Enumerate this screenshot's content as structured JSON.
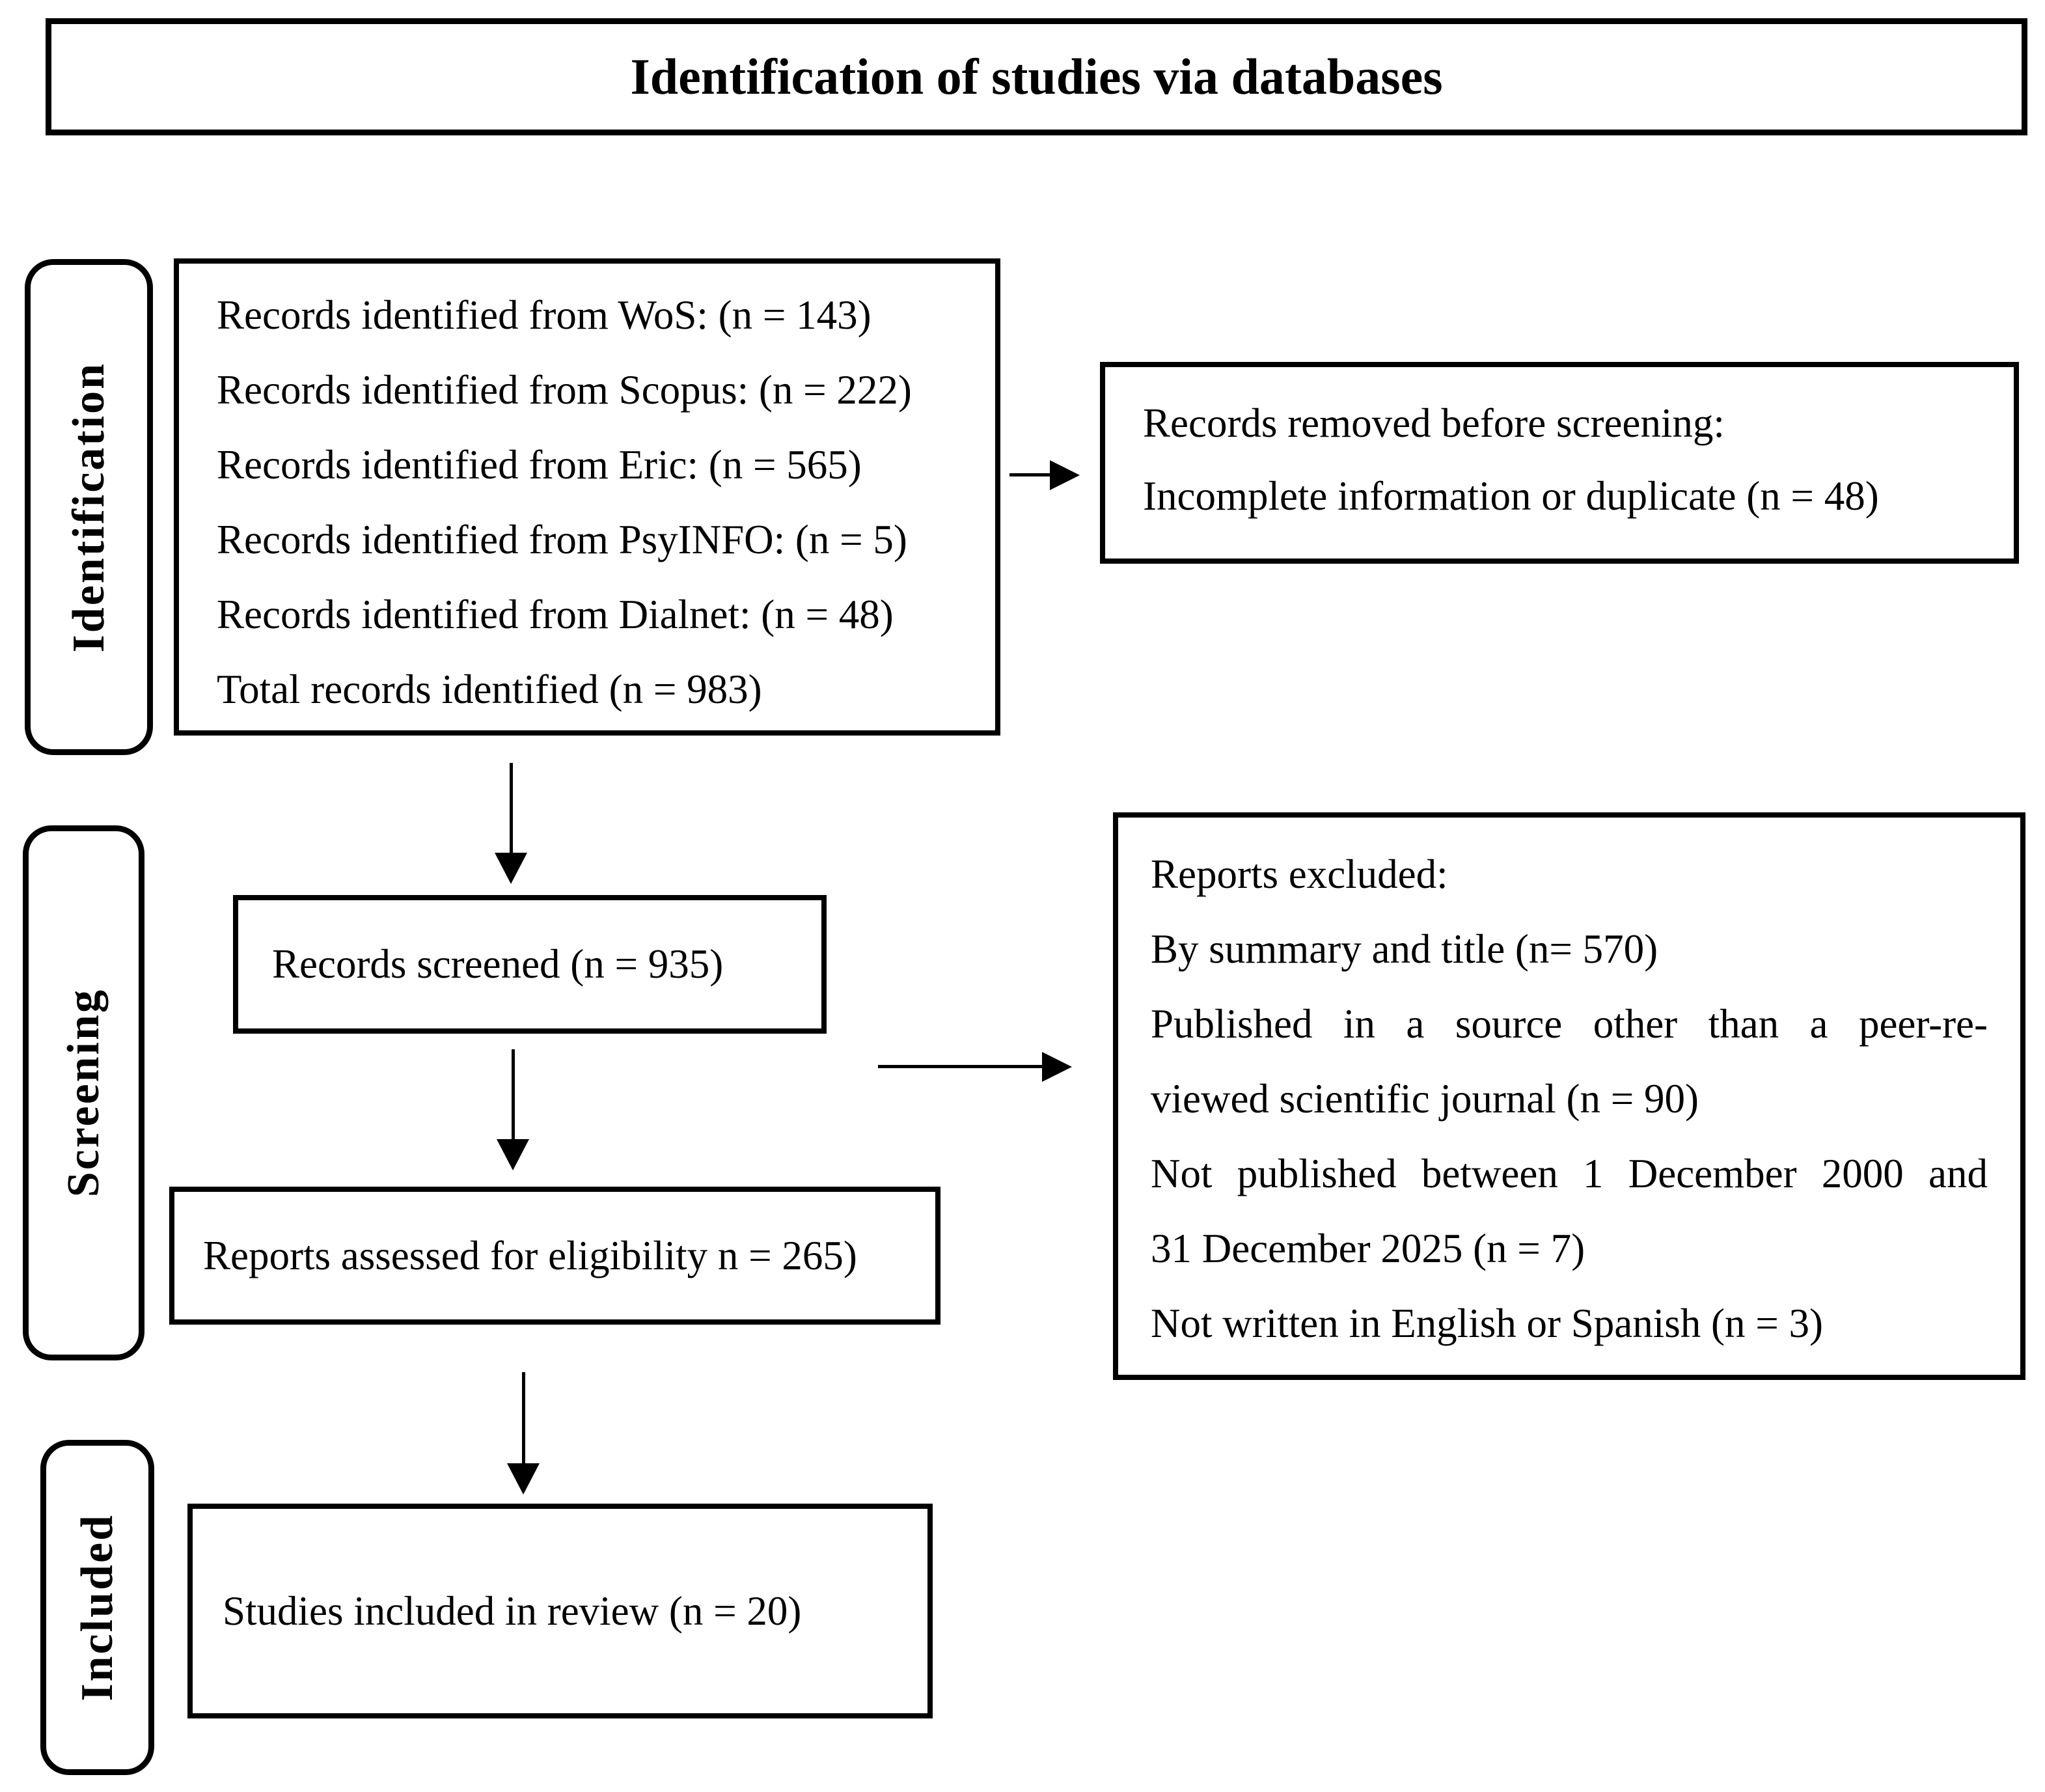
{
  "title": "Identification of studies via databases",
  "stage_labels": {
    "identification": "Identification",
    "screening": "Screening",
    "included": "Included"
  },
  "identification_box": {
    "lines": [
      "Records identified from WoS: (n = 143)",
      "Records identified from Scopus: (n = 222)",
      "Records identified from Eric: (n = 565)",
      "Records identified from PsyINFO: (n = 5)",
      "Records identified from Dialnet: (n = 48)",
      "Total records identified (n = 983)"
    ]
  },
  "removed_box": {
    "lines": [
      "Records removed before screening:",
      "Incomplete information or duplicate (n = 48)"
    ]
  },
  "screened_box": {
    "text": "Records screened (n = 935)"
  },
  "assessed_box": {
    "text": "Reports assessed for eligibility n = 265)"
  },
  "excluded_box": {
    "lines": [
      "Reports excluded:",
      "By summary and title (n= 570)",
      "Published in a source other than a peer-re-",
      "viewed scientific journal (n = 90)",
      "Not published between 1 December 2000 and",
      "31 December 2025 (n = 7)",
      "Not written in English or Spanish (n = 3)"
    ]
  },
  "included_box": {
    "text": "Studies included in review (n = 20)"
  },
  "colors": {
    "ink": "#000000",
    "background": "#ffffff"
  }
}
